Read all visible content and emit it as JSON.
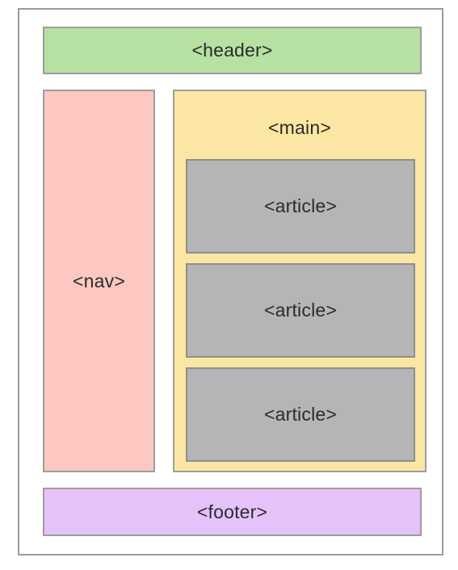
{
  "diagram": {
    "header": {
      "label": "<header>"
    },
    "nav": {
      "label": "<nav>"
    },
    "main": {
      "label": "<main>",
      "articles": [
        {
          "label": "<article>"
        },
        {
          "label": "<article>"
        },
        {
          "label": "<article>"
        }
      ]
    },
    "footer": {
      "label": "<footer>"
    },
    "colors": {
      "header": "#b6e1a3",
      "nav": "#fdc8c1",
      "main": "#fbe7a3",
      "article": "#b5b5b7",
      "footer": "#e6c2fb",
      "border": "#9d9d9d"
    }
  }
}
